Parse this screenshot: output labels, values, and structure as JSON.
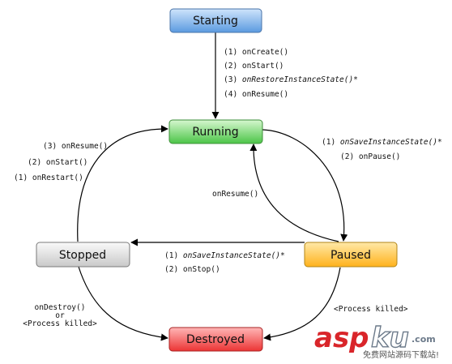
{
  "states": {
    "starting": "Starting",
    "running": "Running",
    "stopped": "Stopped",
    "paused": "Paused",
    "destroyed": "Destroyed"
  },
  "colors": {
    "starting": "#6aa6e6",
    "running": "#6fd46a",
    "stopped": "#e2e2e2",
    "paused": "#ffc640",
    "destroyed": "#f25555",
    "arrow": "#000000"
  },
  "labels": {
    "start_to_running": [
      {
        "num": "(1)",
        "text": "onCreate()",
        "italic": false
      },
      {
        "num": "(2)",
        "text": "onStart()",
        "italic": false
      },
      {
        "num": "(3)",
        "text": "onRestoreInstanceState()*",
        "italic": true
      },
      {
        "num": "(4)",
        "text": "onResume()",
        "italic": false
      }
    ],
    "running_to_paused": [
      {
        "num": "(1)",
        "text": "onSaveInstanceState()*",
        "italic": true
      },
      {
        "num": "(2)",
        "text": "onPause()",
        "italic": false
      }
    ],
    "paused_to_running": "onResume()",
    "paused_to_stopped": [
      {
        "num": "(1)",
        "text": "onSaveInstanceState()*",
        "italic": true
      },
      {
        "num": "(2)",
        "text": "onStop()",
        "italic": false
      }
    ],
    "stopped_to_running": [
      {
        "num": "(3)",
        "text": "onResume()",
        "italic": false
      },
      {
        "num": "(2)",
        "text": "onStart()",
        "italic": false
      },
      {
        "num": "(1)",
        "text": "onRestart()",
        "italic": false
      }
    ],
    "stopped_to_destroyed": [
      "onDestroy()",
      "or",
      "<Process killed>"
    ],
    "paused_to_destroyed": "<Process killed>"
  },
  "watermark": {
    "brand_a": "asp",
    "brand_b": "ku",
    "brand_c": ".com",
    "tagline": "免费网站源码下载站!"
  }
}
